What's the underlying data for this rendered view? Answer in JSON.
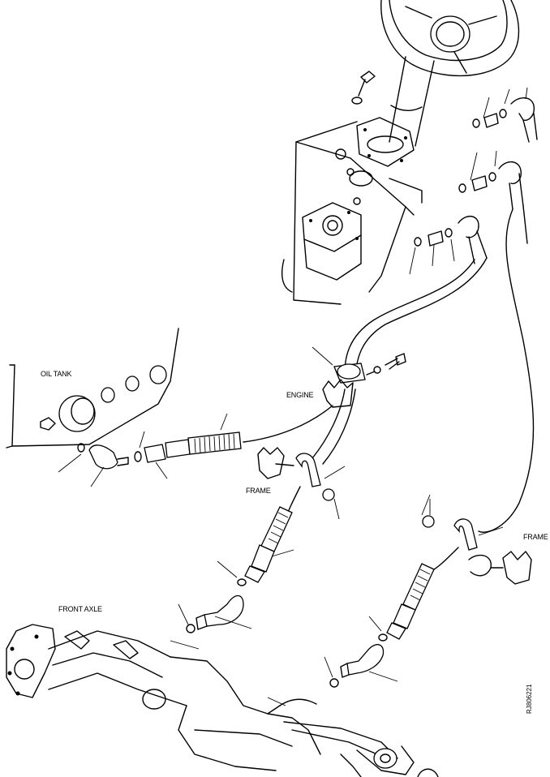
{
  "labels": {
    "oil_tank": "OIL TANK",
    "engine": "ENGINE",
    "frame_left": "FRAME",
    "frame_right": "FRAME",
    "front_axle": "FRONT AXLE"
  },
  "drawing_code": "RJ806221"
}
